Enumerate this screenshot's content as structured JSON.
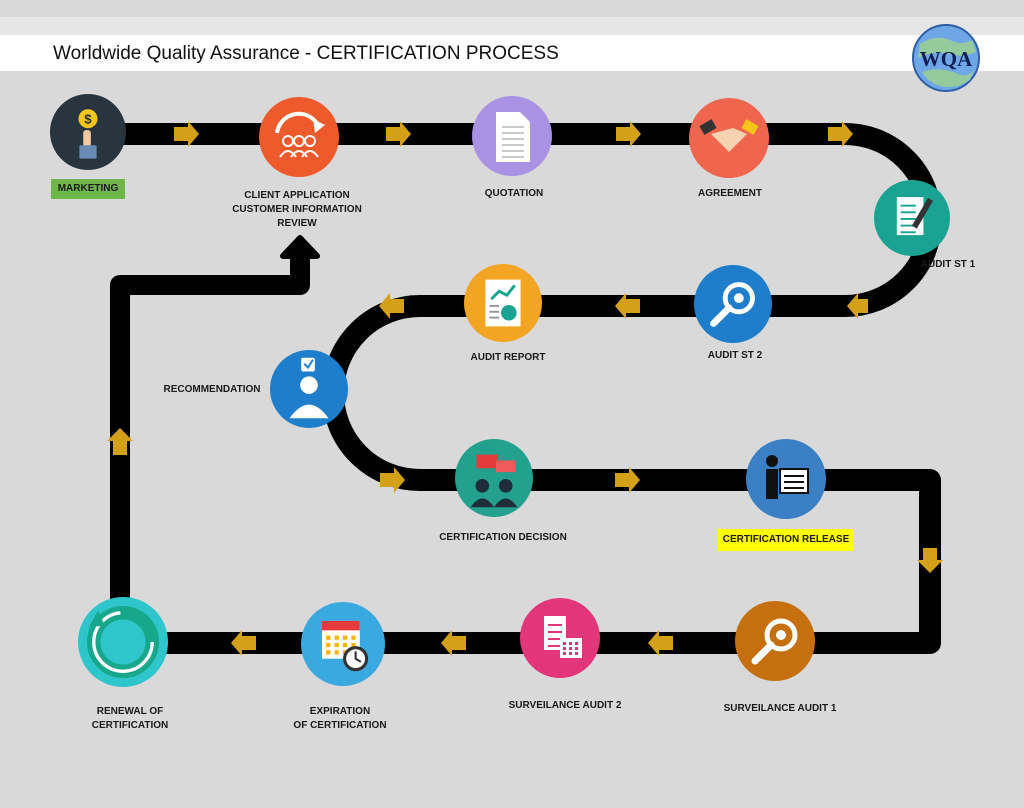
{
  "header": {
    "title": "Worldwide Quality Assurance - CERTIFICATION  PROCESS",
    "logo_text": "WQA"
  },
  "colors": {
    "path": "#000000",
    "arrow": "#d4a017",
    "badge_green": "#6fb64a",
    "badge_yellow": "#ffff00"
  },
  "steps": [
    {
      "label": "MARKETING",
      "icon": "dollar-hand-icon",
      "color": "#28353f"
    },
    {
      "label": "CLIENT APPLICATION\nCUSTOMER INFORMATION\nREVIEW",
      "icon": "group-refresh-icon",
      "color": "#ee5a2b"
    },
    {
      "label": "QUOTATION",
      "icon": "document-icon",
      "color": "#a991e3"
    },
    {
      "label": "AGREEMENT",
      "icon": "handshake-icon",
      "color": "#f0654e"
    },
    {
      "label": "AUDIT ST 1",
      "icon": "checklist-pencil-icon",
      "color": "#1aa393"
    },
    {
      "label": "AUDIT  ST 2",
      "icon": "magnifier-icon",
      "color": "#1e7ecb"
    },
    {
      "label": "AUDIT REPORT",
      "icon": "report-chart-icon",
      "color": "#f2a423"
    },
    {
      "label": "RECOMMENDATION",
      "icon": "person-check-icon",
      "color": "#1e7ecb"
    },
    {
      "label": "CERTIFICATION DECISION",
      "icon": "meeting-icon",
      "color": "#24a08e"
    },
    {
      "label": "CERTIFICATION RELEASE",
      "icon": "presenter-board-icon",
      "color": "#3b7fc4"
    },
    {
      "label": "SURVEILANCE AUDIT 1",
      "icon": "magnifier-icon",
      "color": "#c56f0e"
    },
    {
      "label": "SURVEILANCE AUDIT 2",
      "icon": "clipboard-calendar-icon",
      "color": "#e2357a"
    },
    {
      "label": "EXPIRATION\nOF CERTIFICATION",
      "icon": "calendar-clock-icon",
      "color": "#3aa9e0"
    },
    {
      "label": "RENEWAL OF\nCERTIFICATION",
      "icon": "renew-circle-icon",
      "color": "#2ec6cb"
    }
  ]
}
